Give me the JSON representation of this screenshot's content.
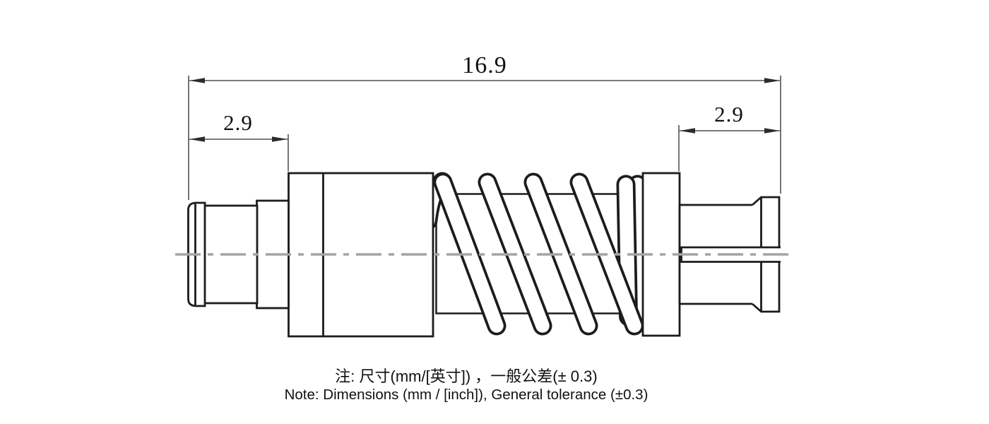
{
  "drawing": {
    "dimensions": {
      "overall_length": "16.9",
      "left_section": "2.9",
      "right_section": "2.9"
    },
    "notes": {
      "line_zh": "注: 尺寸(mm/[英寸]) ，一般公差(± 0.3)",
      "line_en": "Note: Dimensions (mm / [inch]), General tolerance (±0.3)"
    },
    "colors": {
      "outline": "#1c1c1c",
      "dimension": "#2b2b2b",
      "centerline": "#a4a4a4",
      "background": "#ffffff"
    }
  }
}
